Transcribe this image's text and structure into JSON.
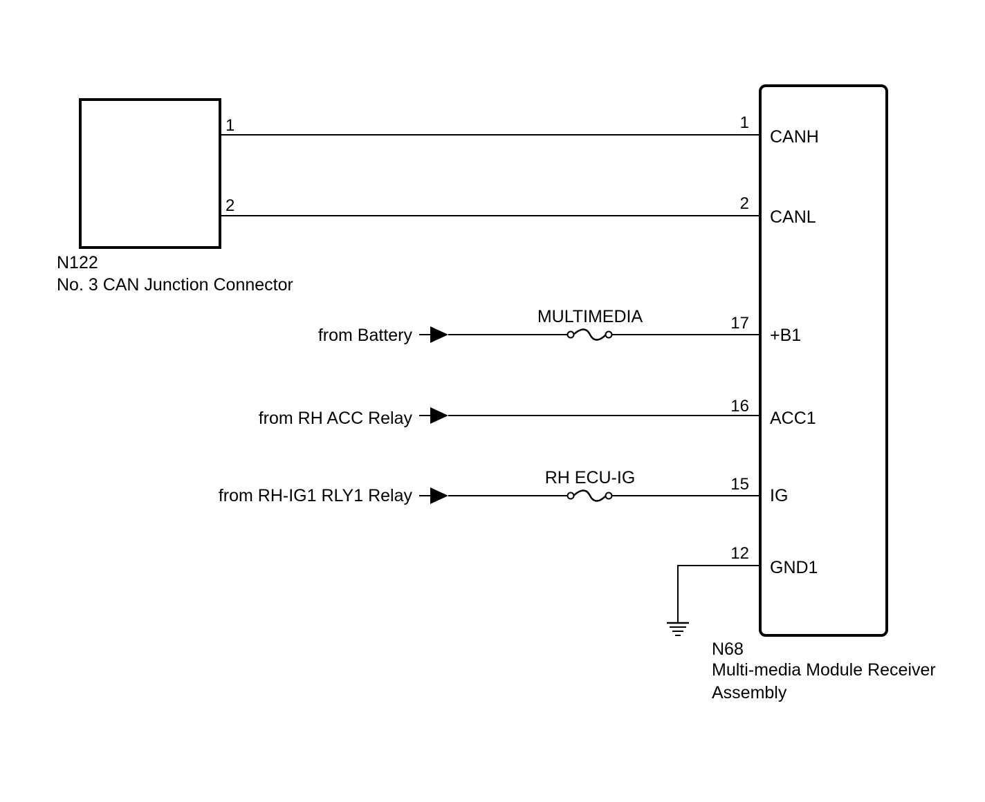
{
  "connector_n122": {
    "id": "N122",
    "name": "No. 3 CAN Junction Connector",
    "pin1": "1",
    "pin2": "2"
  },
  "module_n68": {
    "id": "N68",
    "name_line1": "Multi-media Module Receiver",
    "name_line2": "Assembly",
    "terminals": [
      {
        "pin": "1",
        "name": "CANH"
      },
      {
        "pin": "2",
        "name": "CANL"
      },
      {
        "pin": "17",
        "name": "+B1"
      },
      {
        "pin": "16",
        "name": "ACC1"
      },
      {
        "pin": "15",
        "name": "IG"
      },
      {
        "pin": "12",
        "name": "GND1"
      }
    ]
  },
  "sources": {
    "battery": "from Battery",
    "acc_relay": "from RH ACC Relay",
    "ig1_relay": "from RH-IG1 RLY1 Relay"
  },
  "fuses": {
    "multimedia": "MULTIMEDIA",
    "ecu_ig": "RH ECU-IG"
  },
  "icons": {
    "ground": "ground-symbol-icon",
    "fuse": "fuse-icon",
    "arrow": "input-arrow-icon"
  }
}
